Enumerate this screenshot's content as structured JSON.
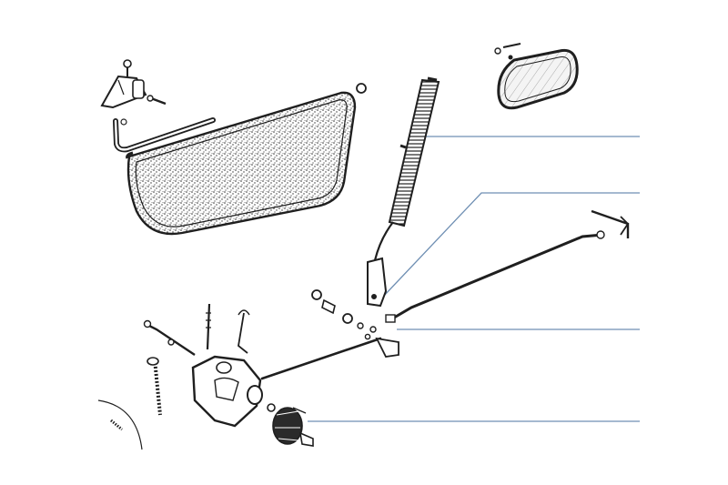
{
  "diagram": {
    "kind": "exploded parts illustration",
    "colors": {
      "ink": "#1f1f1f",
      "leader": "#6f8fb3",
      "paper": "#ffffff",
      "fabric": "#d9d9d9"
    },
    "parts": [
      {
        "id": "sun-visor",
        "icon": "sun-visor-icon"
      },
      {
        "id": "visor-bracket",
        "icon": "bracket-icon"
      },
      {
        "id": "visor-rod",
        "icon": "rod-icon"
      },
      {
        "id": "rear-view-mirror",
        "icon": "mirror-icon"
      },
      {
        "id": "wiper-blade",
        "icon": "wiper-blade-icon"
      },
      {
        "id": "wiper-arm",
        "icon": "wiper-arm-icon"
      },
      {
        "id": "long-link-rod",
        "icon": "link-rod-icon"
      },
      {
        "id": "linkage-bracket",
        "icon": "linkage-bracket-icon"
      },
      {
        "id": "short-link-rod",
        "icon": "link-rod-icon"
      },
      {
        "id": "wiper-motor",
        "icon": "motor-icon"
      },
      {
        "id": "control-knob",
        "icon": "knob-icon"
      },
      {
        "id": "drive-cable",
        "icon": "cable-icon"
      },
      {
        "id": "spindle-and-nuts",
        "icon": "spindle-icon"
      }
    ],
    "callouts": [
      {
        "id": "callout-1",
        "target": "wiper-blade"
      },
      {
        "id": "callout-2",
        "target": "wiper-arm"
      },
      {
        "id": "callout-3",
        "target": "linkage-bracket"
      },
      {
        "id": "callout-4",
        "target": "control-knob"
      }
    ]
  }
}
